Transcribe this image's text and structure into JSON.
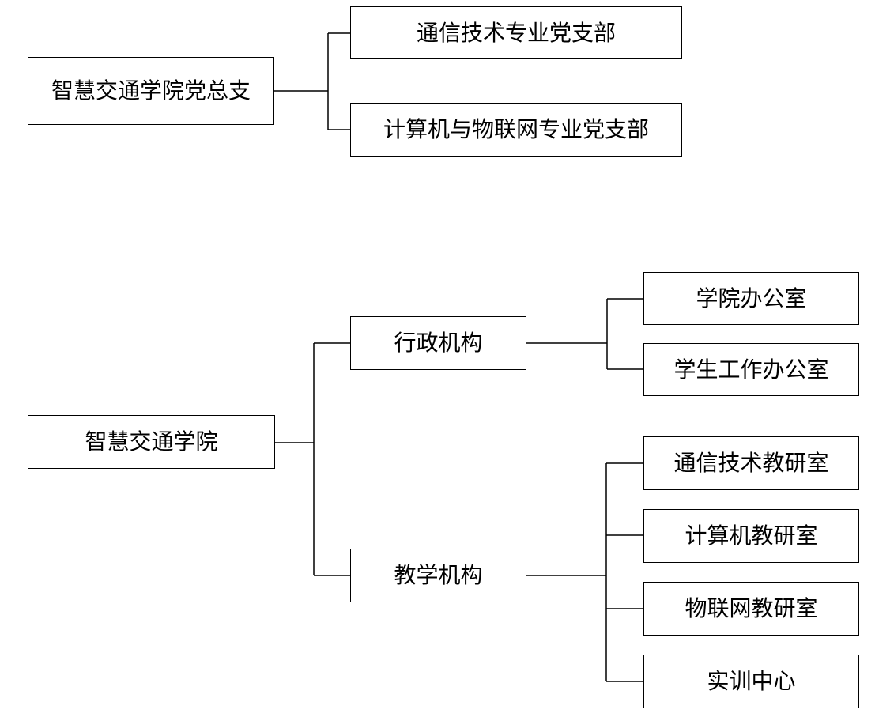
{
  "party_chart": {
    "root": "智慧交通学院党总支",
    "branches": [
      "通信技术专业党支部",
      "计算机与物联网专业党支部"
    ]
  },
  "college_chart": {
    "root": "智慧交通学院",
    "admin": {
      "label": "行政机构",
      "children": [
        "学院办公室",
        "学生工作办公室"
      ]
    },
    "teaching": {
      "label": "教学机构",
      "children": [
        "通信技术教研室",
        "计算机教研室",
        "物联网教研室",
        "实训中心"
      ]
    }
  }
}
